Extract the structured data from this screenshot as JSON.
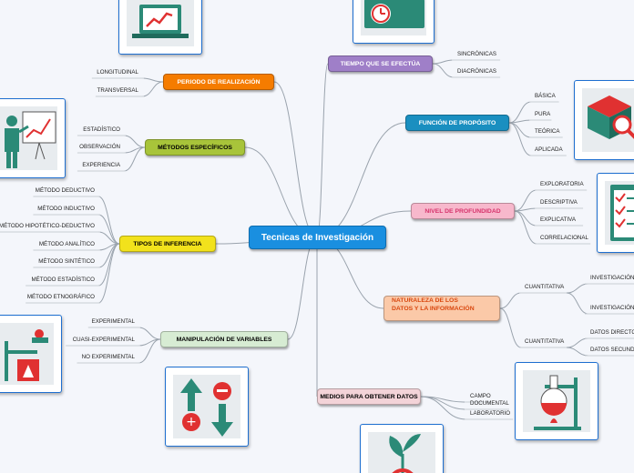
{
  "central": {
    "label": "Tecnicas de Investigación"
  },
  "topics": [
    {
      "id": "periodo",
      "label": "PERIODO DE REALIZACIÓN",
      "subtopics": [
        "LONGITUDINAL",
        "TRANSVERSAL"
      ],
      "color": "#f57c00",
      "text_color": "#ffffff"
    },
    {
      "id": "metodos",
      "label": "MÉTODOS ESPECÍFICOS",
      "subtopics": [
        "ESTADÍSTICO",
        "OBSERVACIÓN",
        "EXPERIENCIA"
      ],
      "color": "#a8c43a",
      "text_color": "#000000"
    },
    {
      "id": "inferencia",
      "label": "TIPOS DE INFERENCIA",
      "subtopics": [
        "MÉTODO DEDUCTIVO",
        "MÉTODO INDUCTIVO",
        "MÉTODO HIPOTÉTICO-DEDUCTIVO",
        "MÉTODO ANALÍTICO",
        "MÉTODO SINTÉTICO",
        "MÉTODO ESTADÍSTICO",
        "MÉTODO ETNOGRÁFICO"
      ],
      "color": "#f2e21c",
      "text_color": "#000000"
    },
    {
      "id": "manipulacion",
      "label": "MANIPULACIÓN DE VARIABLES",
      "subtopics": [
        "EXPERIMENTAL",
        "CUASI-EXPERIMENTAL",
        "NO EXPERIMENTAL"
      ],
      "color": "#d7ecd3",
      "text_color": "#000000"
    },
    {
      "id": "tiempo",
      "label": "TIEMPO QUE SE EFECTÚA",
      "subtopics": [
        "SINCRÓNICAS",
        "DIACRÓNICAS"
      ],
      "color": "#9f7fc8",
      "text_color": "#ffffff"
    },
    {
      "id": "funcion",
      "label": "FUNCIÓN DE PROPÓSITO",
      "subtopics": [
        "BÁSICA",
        "PURA",
        "TEÓRICA",
        "APLICADA"
      ],
      "color": "#1a8fc0",
      "text_color": "#ffffff"
    },
    {
      "id": "nivel",
      "label": "NIVEL DE PROFUNDIDAD",
      "subtopics": [
        "EXPLORATORIA",
        "DESCRIPTIVA",
        "EXPLICATIVA",
        "CORRELACIONAL"
      ],
      "color": "#f7b8cc",
      "text_color": "#d6336c"
    },
    {
      "id": "naturaleza",
      "label": "NATURALEZA DE LOS DATOS Y LA INFORMACIÓN",
      "label_lines": [
        "NATURALEZA DE LOS",
        "DATOS Y LA INFORMACIÓN"
      ],
      "subtopics": [
        "CUANTITATIVA",
        "CUANTITATIVA"
      ],
      "grandchildren": [
        [
          "INVESTIGACIÓN",
          "INVESTIGACIÓN"
        ],
        [
          "DATOS DIRECTOS",
          "DATOS SECUNDA"
        ]
      ],
      "color": "#fbc9a8",
      "text_color": "#d9480f"
    },
    {
      "id": "medios",
      "label": "MEDIOS PARA OBTENER DATOS",
      "subtopics": [
        "DOCUMENTAL",
        "CAMPO",
        "LABORATORIO"
      ],
      "color": "#f3d3d8",
      "text_color": "#000000"
    }
  ],
  "icons": [
    "laptop-chart-icon",
    "teacher-board-icon",
    "lab-equipment-icon",
    "arrows-plus-minus-icon",
    "clock-screen-icon",
    "book-magnifier-icon",
    "checklist-icon",
    "lab-flask-icon",
    "plant-icon"
  ]
}
